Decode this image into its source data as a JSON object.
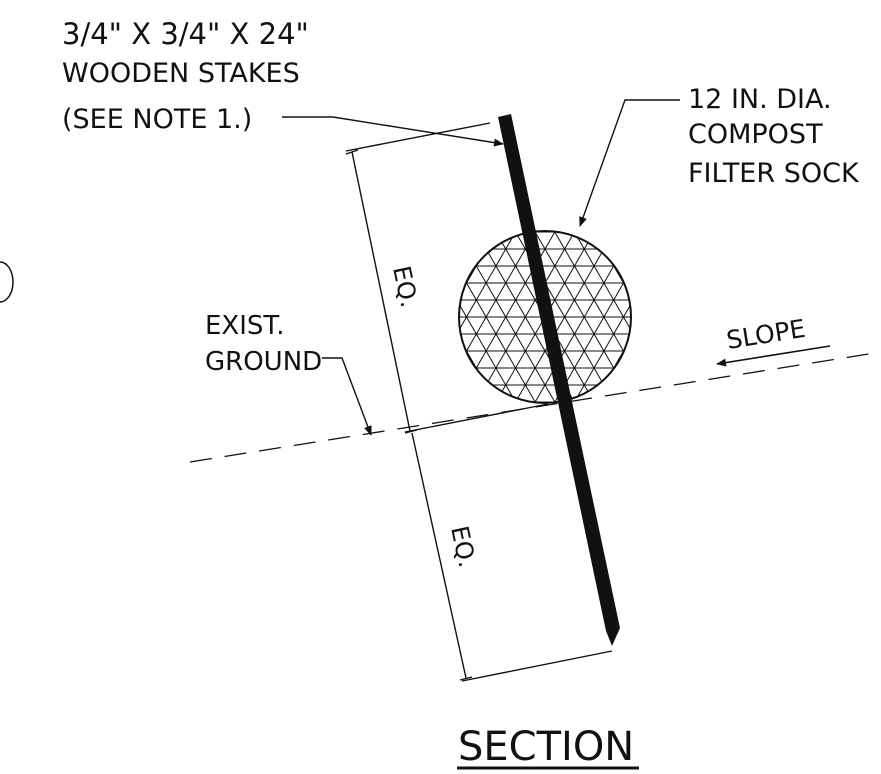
{
  "labels": {
    "stake_line1": "3/4\" X 3/4\" X 24\"",
    "stake_line2": "WOODEN STAKES",
    "stake_line3": "(SEE NOTE 1.)",
    "sock_line1": "12 IN. DIA.",
    "sock_line2": "COMPOST",
    "sock_line3": "FILTER SOCK",
    "ground_line1": "EXIST.",
    "ground_line2": "GROUND",
    "slope": "SLOPE",
    "dim_upper": "EQ.",
    "dim_lower": "EQ.",
    "title": "SECTION"
  },
  "colors": {
    "ink": "#111111",
    "background": "#ffffff"
  }
}
